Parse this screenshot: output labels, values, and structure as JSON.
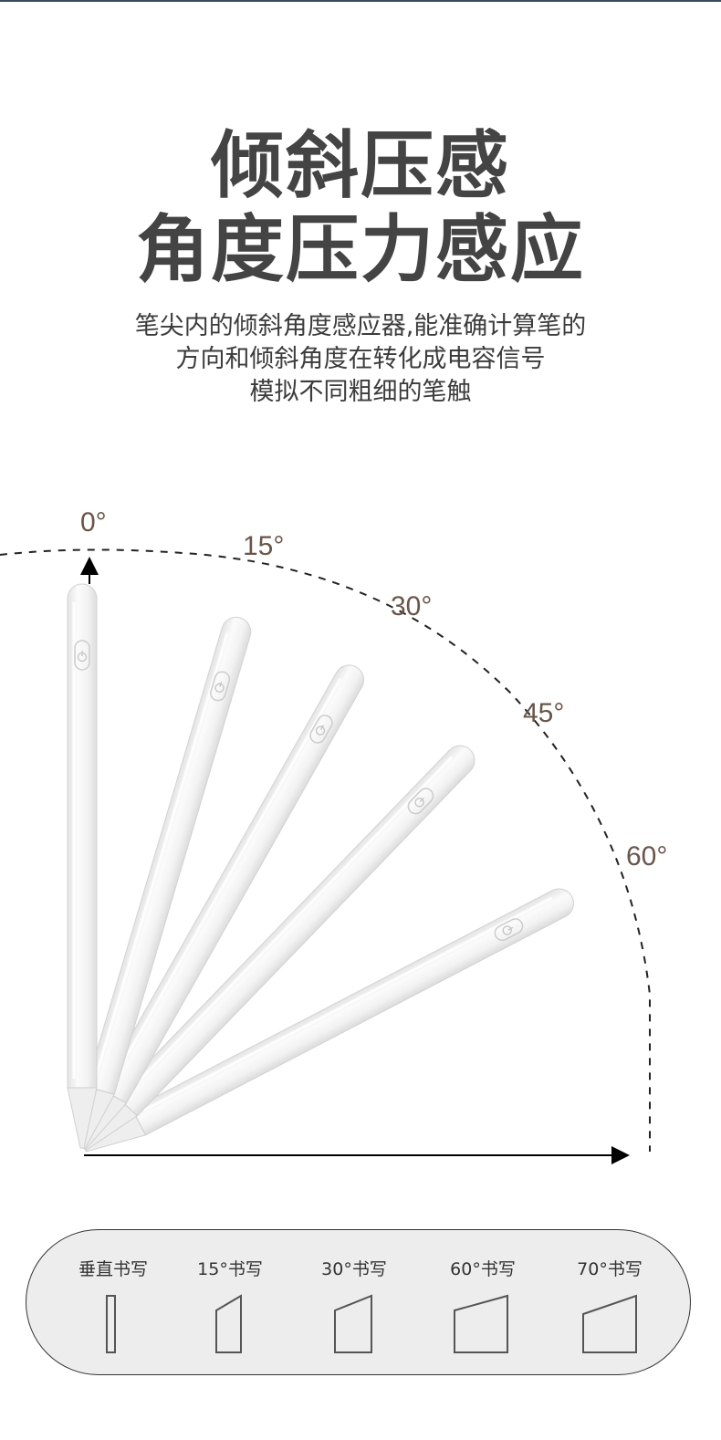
{
  "headline": {
    "line1": "倾斜压感",
    "line2": "角度压力感应"
  },
  "description": {
    "line1": "笔尖内的倾斜角度感应器,能准确计算笔的",
    "line2": "方向和倾斜角度在转化成电容信号",
    "line3": "模拟不同粗细的笔触"
  },
  "angles": [
    "0°",
    "15°",
    "30°",
    "45°",
    "60°"
  ],
  "writing_modes": [
    {
      "label": "垂直书写"
    },
    {
      "label": "15°书写"
    },
    {
      "label": "30°书写"
    },
    {
      "label": "60°书写"
    },
    {
      "label": "70°书写"
    }
  ],
  "colors": {
    "headline": "#444444",
    "angle_label": "#6b5548",
    "pencil_body": "#f4f4f4",
    "pill_bg": "#ededed"
  }
}
